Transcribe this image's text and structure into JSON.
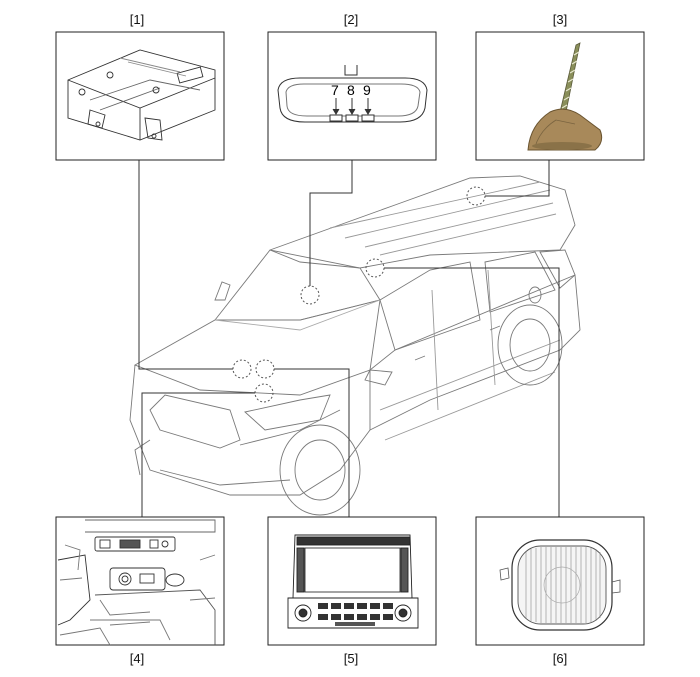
{
  "labels": {
    "p1": "[1]",
    "p2": "[2]",
    "p3": "[3]",
    "p4": "[4]",
    "p5": "[5]",
    "p6": "[6]"
  },
  "mirror_callouts": [
    "7",
    "8",
    "9"
  ]
}
